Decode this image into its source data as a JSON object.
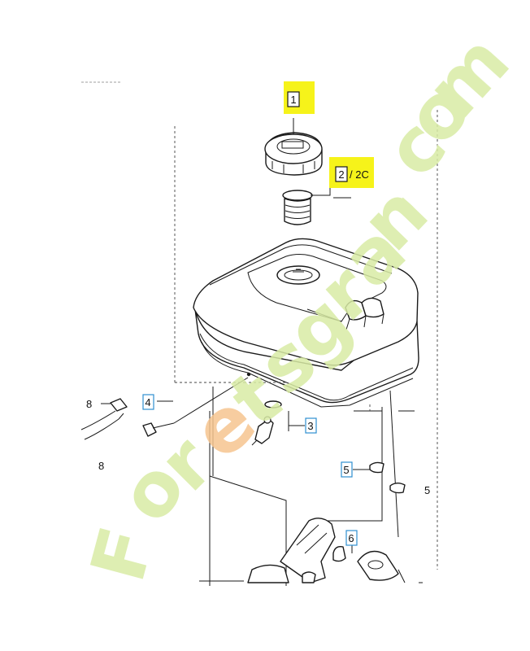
{
  "watermark": {
    "text": "Foretsgran.com",
    "letters": [
      "F",
      "o",
      "r",
      "e",
      "t",
      "s",
      "g",
      "r",
      "a",
      "n",
      ".",
      "c",
      "o",
      "m"
    ],
    "green": "#d8eba5",
    "orange": "#f6c58f",
    "yellow_highlight": "#f6f31a"
  },
  "callouts": {
    "c1": "1",
    "c2": "2",
    "c2_suffix": "/ 2C",
    "c3": "3",
    "c4": "4",
    "c5": "5",
    "c5_plain": "5",
    "c6": "6",
    "c8a": "8",
    "c8b": "8"
  },
  "colors": {
    "line": "#1a1a1a",
    "callout_blue": "#2f8fd0",
    "highlight": "#f6f31a"
  }
}
